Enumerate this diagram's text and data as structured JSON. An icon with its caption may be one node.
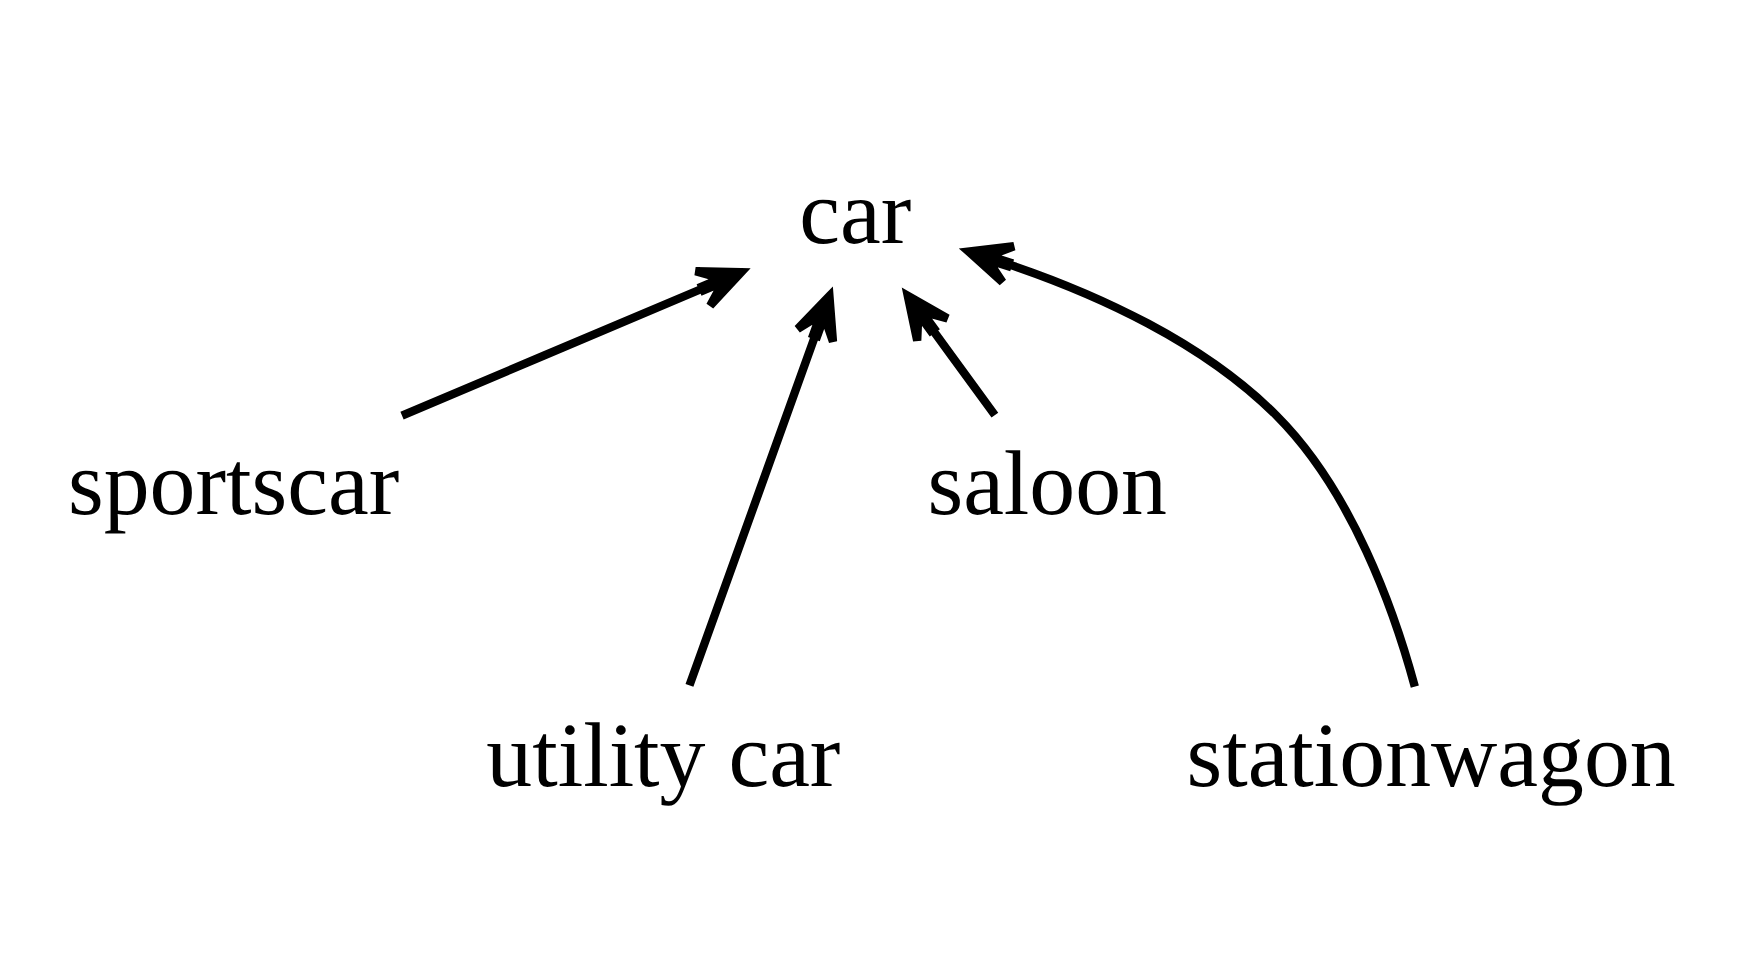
{
  "diagram": {
    "nodes": [
      {
        "text": [
          "car"
        ]
      },
      {
        "text": [
          "sportscar"
        ]
      },
      {
        "text": [
          "utility car"
        ]
      },
      {
        "text": [
          "saloon"
        ]
      },
      {
        "text": [
          "stationwagon"
        ]
      }
    ],
    "edges": [
      {
        "from": 1,
        "to": 0,
        "arrow": "to"
      },
      {
        "from": 2,
        "to": 0,
        "arrow": "to"
      },
      {
        "from": 3,
        "to": 0,
        "arrow": "to"
      },
      {
        "from": 4,
        "to": 0,
        "arrow": "to"
      }
    ]
  }
}
